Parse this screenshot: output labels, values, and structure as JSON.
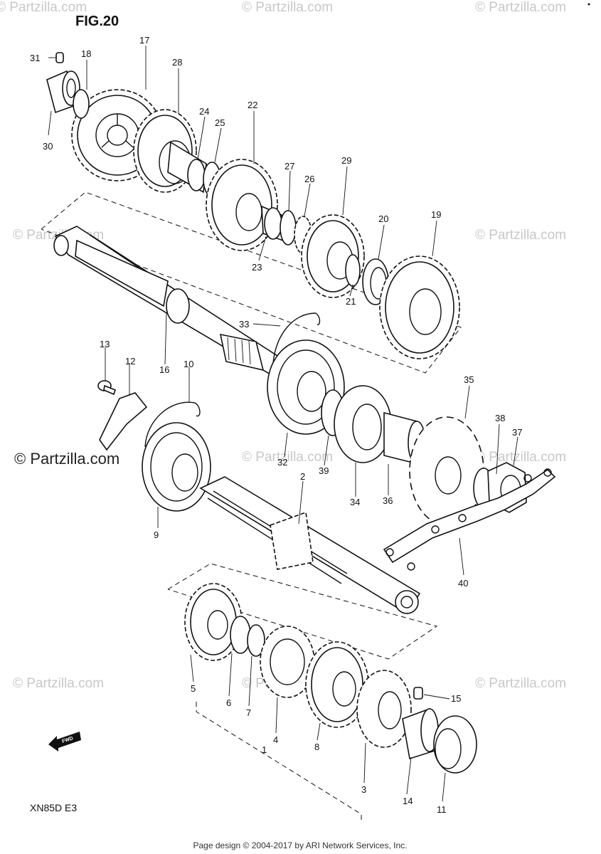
{
  "figure": {
    "title": "FIG.20",
    "model_code": "XN85D  E3"
  },
  "footer": "Page design © 2004-2017 by ARI Network Services, Inc.",
  "watermark": "© Partzilla.com",
  "fwd_label": "FWD",
  "callouts": {
    "c1": "1",
    "c2": "2",
    "c3": "3",
    "c4": "4",
    "c5": "5",
    "c6": "6",
    "c7": "7",
    "c8": "8",
    "c9": "9",
    "c10": "10",
    "c11": "11",
    "c12": "12",
    "c13": "13",
    "c14": "14",
    "c15": "15",
    "c16": "16",
    "c17": "17",
    "c18": "18",
    "c19": "19",
    "c20": "20",
    "c21": "21",
    "c22": "22",
    "c23": "23",
    "c24": "24",
    "c25": "25",
    "c26": "26",
    "c27": "27",
    "c28": "28",
    "c29": "29",
    "c30": "30",
    "c31": "31",
    "c32": "32",
    "c33": "33",
    "c34": "34",
    "c35": "35",
    "c36": "36",
    "c37": "37",
    "c38": "38",
    "c39": "39",
    "c40": "40"
  }
}
